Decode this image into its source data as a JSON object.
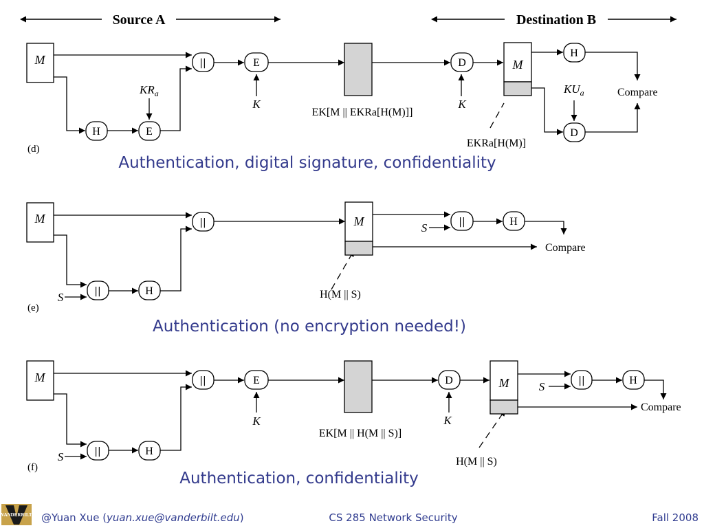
{
  "header": {
    "source": "Source A",
    "destination": "Destination B"
  },
  "symbols": {
    "message": "M",
    "hash": "H",
    "encrypt": "E",
    "decrypt": "D",
    "concat": "||",
    "key": "K",
    "secret": "S",
    "compare": "Compare",
    "kr_base": "KR",
    "ku_base": "KU",
    "sub_a": "a"
  },
  "diagram_d": {
    "label": "(d)",
    "caption": "Authentication, digital signature, confidentiality",
    "cipher_label": "EK[M || EKRa[H(M)]]",
    "sig_label": "EKRa[H(M)]"
  },
  "diagram_e": {
    "label": "(e)",
    "caption": "Authentication (no encryption needed!)",
    "hash_label": "H(M || S)"
  },
  "diagram_f": {
    "label": "(f)",
    "caption": "Authentication, confidentiality",
    "cipher_label": "EK[M || H(M || S)]",
    "hash_label": "H(M || S)"
  },
  "footer": {
    "author_prefix": "@Yuan Xue (",
    "email": "yuan.xue@vanderbilt.edu",
    "author_suffix": ")",
    "course": "CS 285 Network Security",
    "term": "Fall 2008",
    "logo_text": "VANDERBILT"
  }
}
